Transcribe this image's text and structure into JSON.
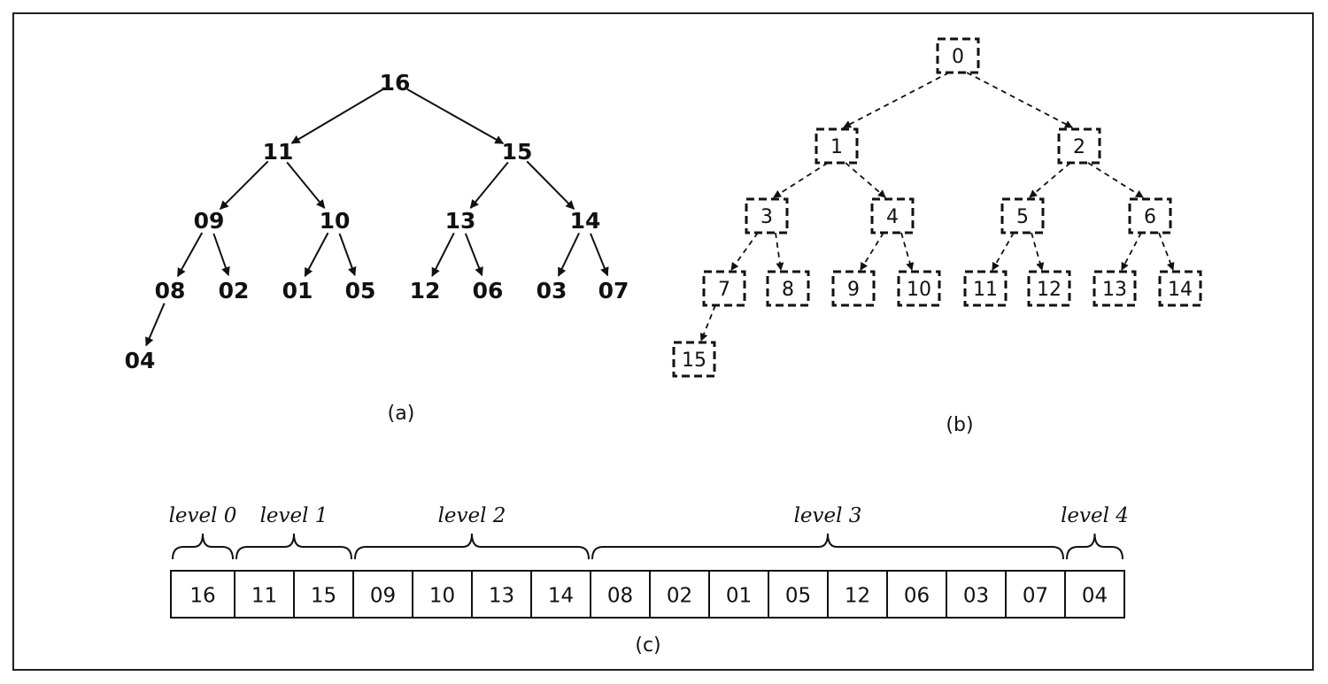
{
  "heap_tree": {
    "caption": "(a)",
    "nodes": [
      "16",
      "11",
      "15",
      "09",
      "10",
      "13",
      "14",
      "08",
      "02",
      "01",
      "05",
      "12",
      "06",
      "03",
      "07",
      "04"
    ]
  },
  "index_tree": {
    "caption": "(b)",
    "nodes": [
      "0",
      "1",
      "2",
      "3",
      "4",
      "5",
      "6",
      "7",
      "8",
      "9",
      "10",
      "11",
      "12",
      "13",
      "14",
      "15"
    ]
  },
  "array": {
    "caption": "(c)",
    "cells": [
      "16",
      "11",
      "15",
      "09",
      "10",
      "13",
      "14",
      "08",
      "02",
      "01",
      "05",
      "12",
      "06",
      "03",
      "07",
      "04"
    ],
    "levels": [
      {
        "label": "level 0",
        "start": 0,
        "end": 0
      },
      {
        "label": "level 1",
        "start": 1,
        "end": 2
      },
      {
        "label": "level 2",
        "start": 3,
        "end": 6
      },
      {
        "label": "level 3",
        "start": 7,
        "end": 14
      },
      {
        "label": "level 4",
        "start": 15,
        "end": 15
      }
    ]
  },
  "colors": {
    "ink": "#111111",
    "background": "#ffffff"
  }
}
